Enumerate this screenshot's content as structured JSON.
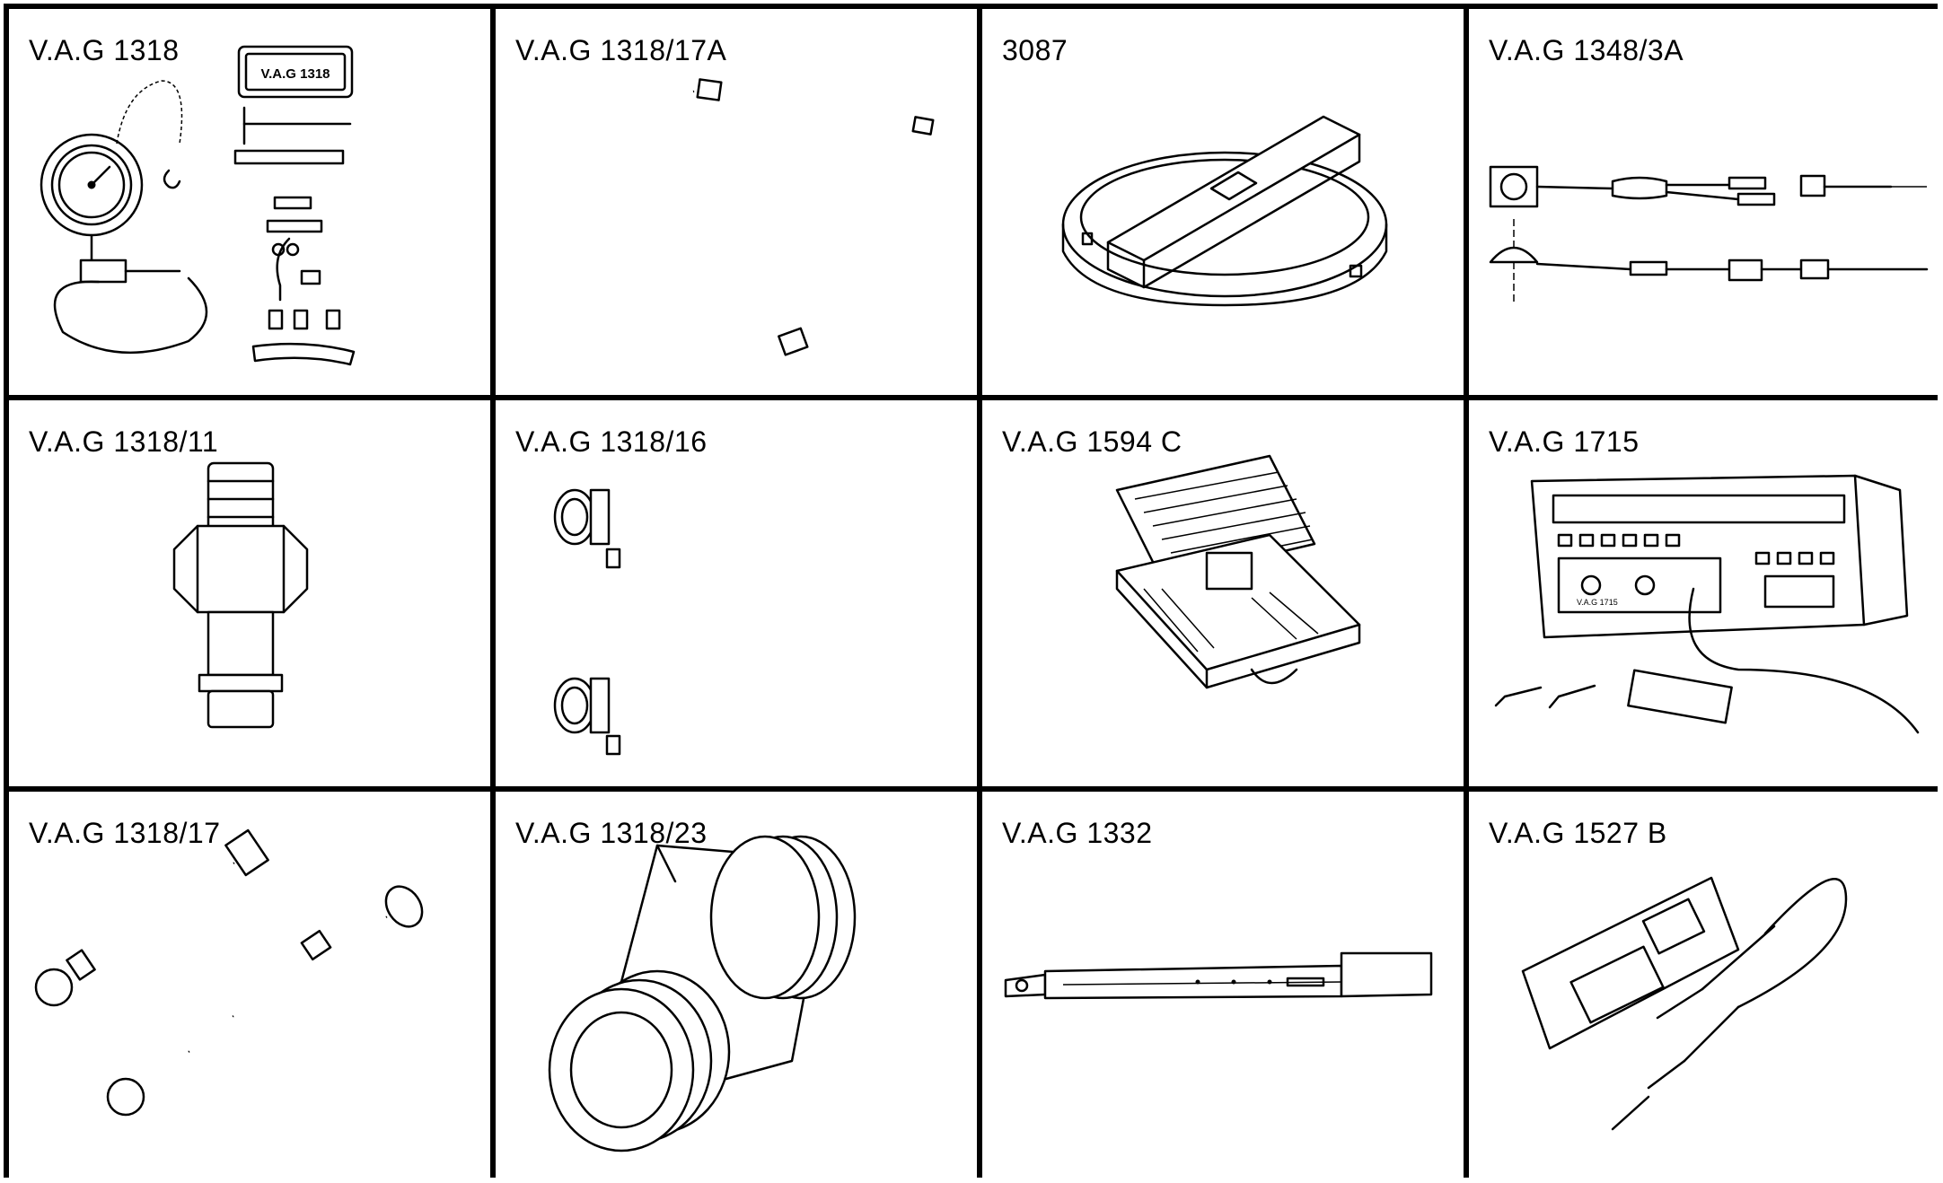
{
  "tools": [
    {
      "label": "V.A.G 1318",
      "case_text": "V.A.G 1318"
    },
    {
      "label": "V.A.G 1318/17A"
    },
    {
      "label": "3087"
    },
    {
      "label": "V.A.G 1348/3A"
    },
    {
      "label": "V.A.G 1318/11"
    },
    {
      "label": "V.A.G 1318/16"
    },
    {
      "label": "V.A.G 1594 C"
    },
    {
      "label": "V.A.G 1715",
      "device_text": "V.A.G 1715"
    },
    {
      "label": "V.A.G 1318/17"
    },
    {
      "label": "V.A.G 1318/23"
    },
    {
      "label": "V.A.G 1332"
    },
    {
      "label": "V.A.G 1527 B"
    }
  ]
}
